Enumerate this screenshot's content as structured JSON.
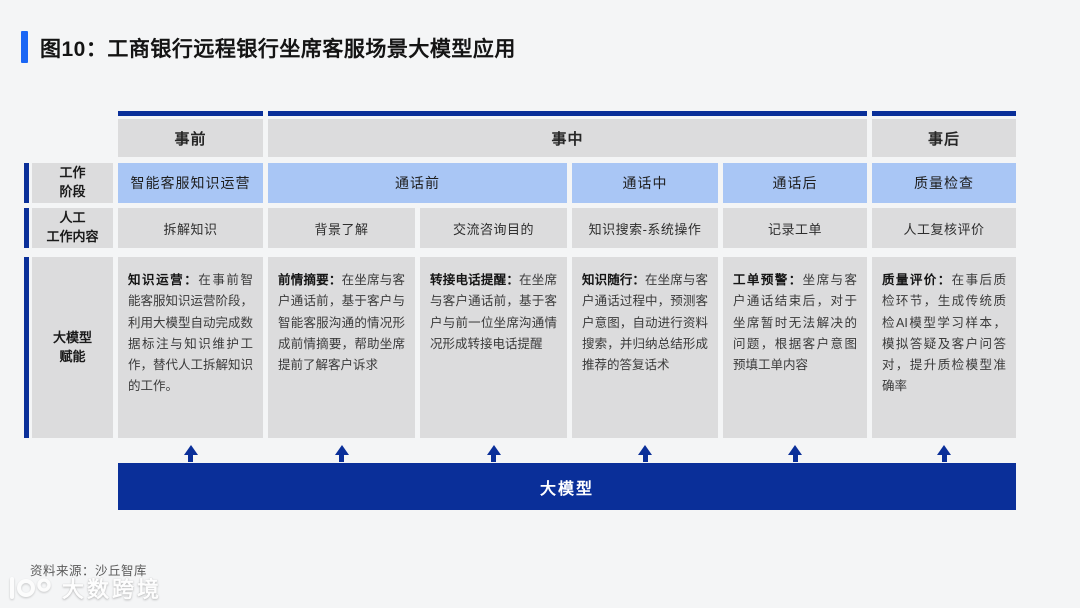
{
  "title": {
    "label": "图10：工商银行远程银行坐席客服场景大模型应用"
  },
  "table": {
    "row_labels": {
      "phase": "工作\n阶段",
      "manual": "人工\n工作内容",
      "model": "大模型\n赋能"
    },
    "groups": [
      {
        "label": "事前"
      },
      {
        "label": "事中"
      },
      {
        "label": "事后"
      }
    ],
    "phases": [
      {
        "label": "智能客服知识运营"
      },
      {
        "label": "通话前"
      },
      {
        "label": "通话中"
      },
      {
        "label": "通话后"
      },
      {
        "label": "质量检查"
      }
    ],
    "manual_tasks": [
      "拆解知识",
      "背景了解",
      "交流咨询目的",
      "知识搜索-系统操作",
      "记录工单",
      "人工复核评价"
    ],
    "model_cells": [
      {
        "head": "知识运营：",
        "body": "在事前智能客服知识运营阶段，利用大模型自动完成数据标注与知识维护工作，替代人工拆解知识的工作。"
      },
      {
        "head": "前情摘要：",
        "body": "在坐席与客户通话前，基于客户与智能客服沟通的情况形成前情摘要，帮助坐席提前了解客户诉求"
      },
      {
        "head": "转接电话提醒：",
        "body": "在坐席与客户通话前，基于客户与前一位坐席沟通情况形成转接电话提醒"
      },
      {
        "head": "知识随行：",
        "body": "在坐席与客户通话过程中，预测客户意图，自动进行资料搜索，并归纳总结形成推荐的答复话术"
      },
      {
        "head": "工单预警：",
        "body": "坐席与客户通话结束后，对于坐席暂时无法解决的问题，根据客户意图预填工单内容"
      },
      {
        "head": "质量评价：",
        "body": "在事后质检环节，生成传统质检AI模型学习样本，模拟答疑及客户问答对，提升质检模型准确率"
      }
    ],
    "model_bar_label": "大模型"
  },
  "footer": {
    "source": "资料来源：沙丘智库",
    "watermark": "大数跨境"
  },
  "colors": {
    "navy": "#0a2f99",
    "light_blue": "#a9c6f5",
    "cell_gray": "#dcdcdd",
    "accent_blue": "#1a66f5",
    "background": "#f4f5f6"
  }
}
